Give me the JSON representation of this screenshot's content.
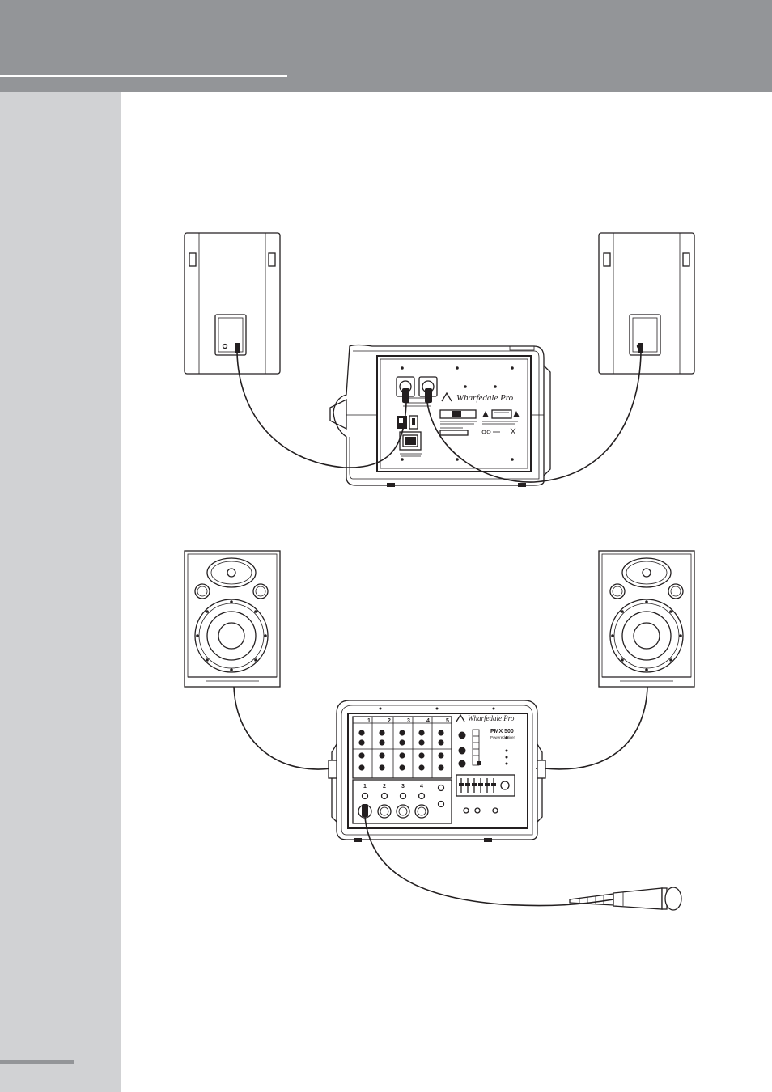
{
  "brand": "Wharfedale Pro",
  "mixer_front": {
    "model": "PMX 500",
    "subtitle": "Powered Mixer",
    "top_channels": [
      "1",
      "2",
      "3",
      "4",
      "5"
    ],
    "input_channels": [
      "1",
      "2",
      "3",
      "4"
    ]
  },
  "colors": {
    "header": "#939598",
    "sidebar": "#d1d2d4",
    "line": "#231f20"
  },
  "icons": [
    "microphone-icon",
    "warning-triangle-icon",
    "power-switch-icon",
    "xlr-connector-icon"
  ]
}
